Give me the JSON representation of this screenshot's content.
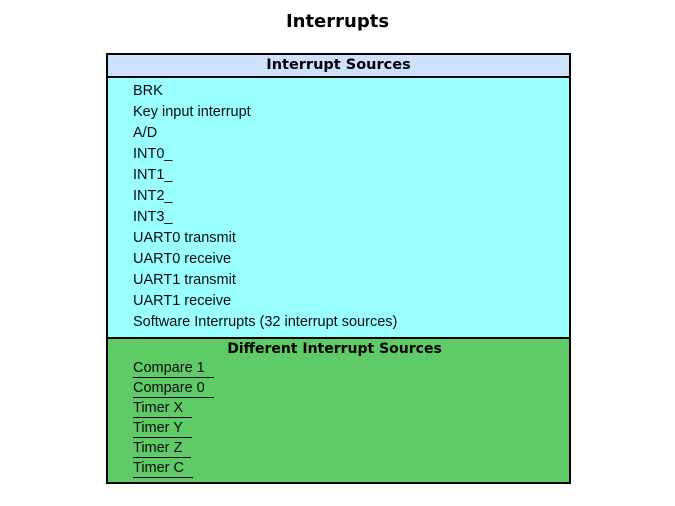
{
  "page": {
    "title": "Interrupts"
  },
  "colors": {
    "table_border": "#000000",
    "header_bg": "#CDE2FA",
    "sources_bg": "#99FFFF",
    "different_bg": "#5FCB66",
    "text": "#000000"
  },
  "table": {
    "header_label": "Interrupt Sources",
    "sources": [
      "BRK",
      "Key input interrupt",
      "A/D",
      "INT0_",
      "INT1_",
      "INT2_",
      "INT3_",
      "UART0 transmit",
      "UART0 receive",
      "UART1 transmit",
      "UART1 receive",
      "Software Interrupts (32 interrupt sources)"
    ],
    "different": {
      "header_label": "Different Interrupt Sources",
      "items": [
        "Compare 1",
        "Compare 0",
        "Timer X",
        "Timer Y",
        "Timer Z",
        "Timer C"
      ]
    }
  }
}
